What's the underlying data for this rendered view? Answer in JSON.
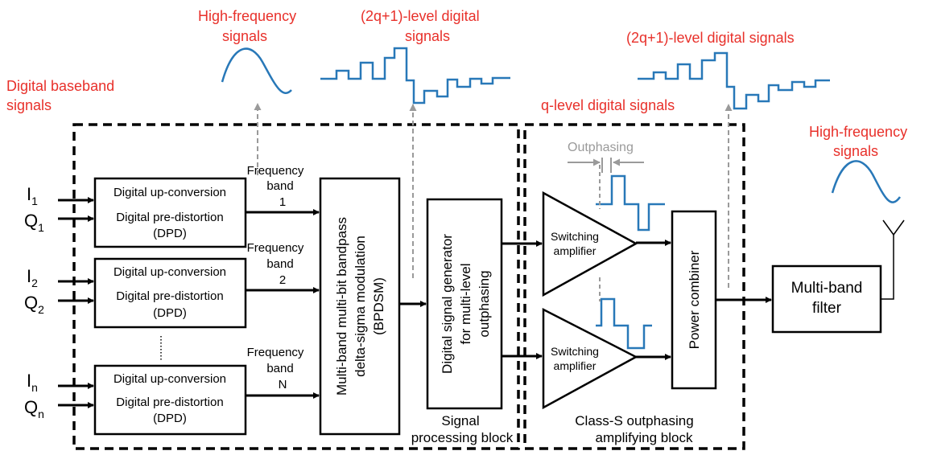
{
  "colors": {
    "annotation": "#e8302a",
    "waveform": "#2878b8",
    "block_outline": "#000000",
    "probe_arrow": "#9a9a9a"
  },
  "annotations": {
    "digital_baseband": [
      "Digital baseband",
      "signals"
    ],
    "high_freq_1": [
      "High-frequency",
      "signals"
    ],
    "multilevel_1": [
      "(2q+1)-level digital",
      "signals"
    ],
    "multilevel_2": "(2q+1)-level digital signals",
    "q_level": "q-level digital signals",
    "high_freq_2": [
      "High-frequency",
      "signals"
    ],
    "outphasing": "Outphasing"
  },
  "inputs": [
    {
      "i": "I",
      "q": "Q",
      "sub": "1"
    },
    {
      "i": "I",
      "q": "Q",
      "sub": "2"
    },
    {
      "i": "I",
      "q": "Q",
      "sub": "n"
    }
  ],
  "dpd_block": {
    "line1": "Digital up-conversion",
    "line2": "Digital pre-distortion",
    "line3": "(DPD)"
  },
  "bands": [
    {
      "l1": "Frequency",
      "l2": "band",
      "l3": "1"
    },
    {
      "l1": "Frequency",
      "l2": "band",
      "l3": "2"
    },
    {
      "l1": "Frequency",
      "l2": "band",
      "l3": "N"
    }
  ],
  "bpdsm": [
    "Multi-band multi-bit bandpass",
    "delta-sigma modulation",
    "(BPDSM)"
  ],
  "generator": [
    "Digital signal generator",
    "for multi-level",
    "outphasing"
  ],
  "amplifier": [
    "Switching",
    "amplifier"
  ],
  "combiner": "Power combiner",
  "filter": [
    "Multi-band",
    "filter"
  ],
  "signal_block_label": [
    "Signal",
    "processing block"
  ],
  "class_s_label": [
    "Class-S outphasing",
    "amplifying block"
  ]
}
